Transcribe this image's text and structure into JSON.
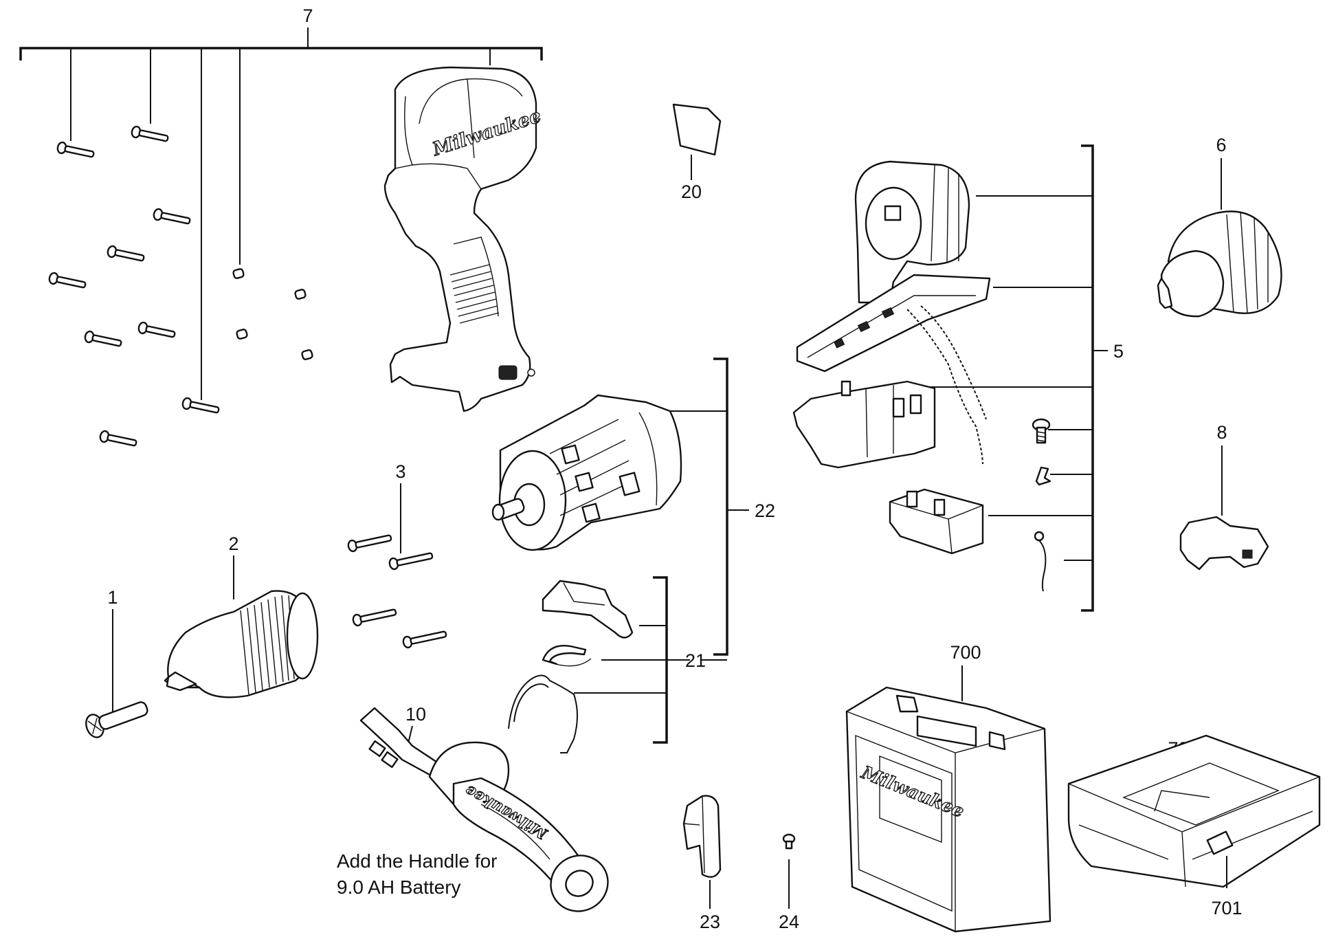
{
  "callouts": {
    "c1": "1",
    "c2": "2",
    "c3": "3",
    "c5": "5",
    "c6": "6",
    "c7": "7",
    "c8": "8",
    "c10": "10",
    "c20": "20",
    "c21": "21",
    "c22": "22",
    "c23": "23",
    "c24": "24",
    "c700": "700",
    "c701": "701",
    "c702": "702"
  },
  "note": {
    "line1": "Add the Handle for",
    "line2": "9.0 AH Battery"
  },
  "branding": {
    "logo": "Milwaukee"
  }
}
